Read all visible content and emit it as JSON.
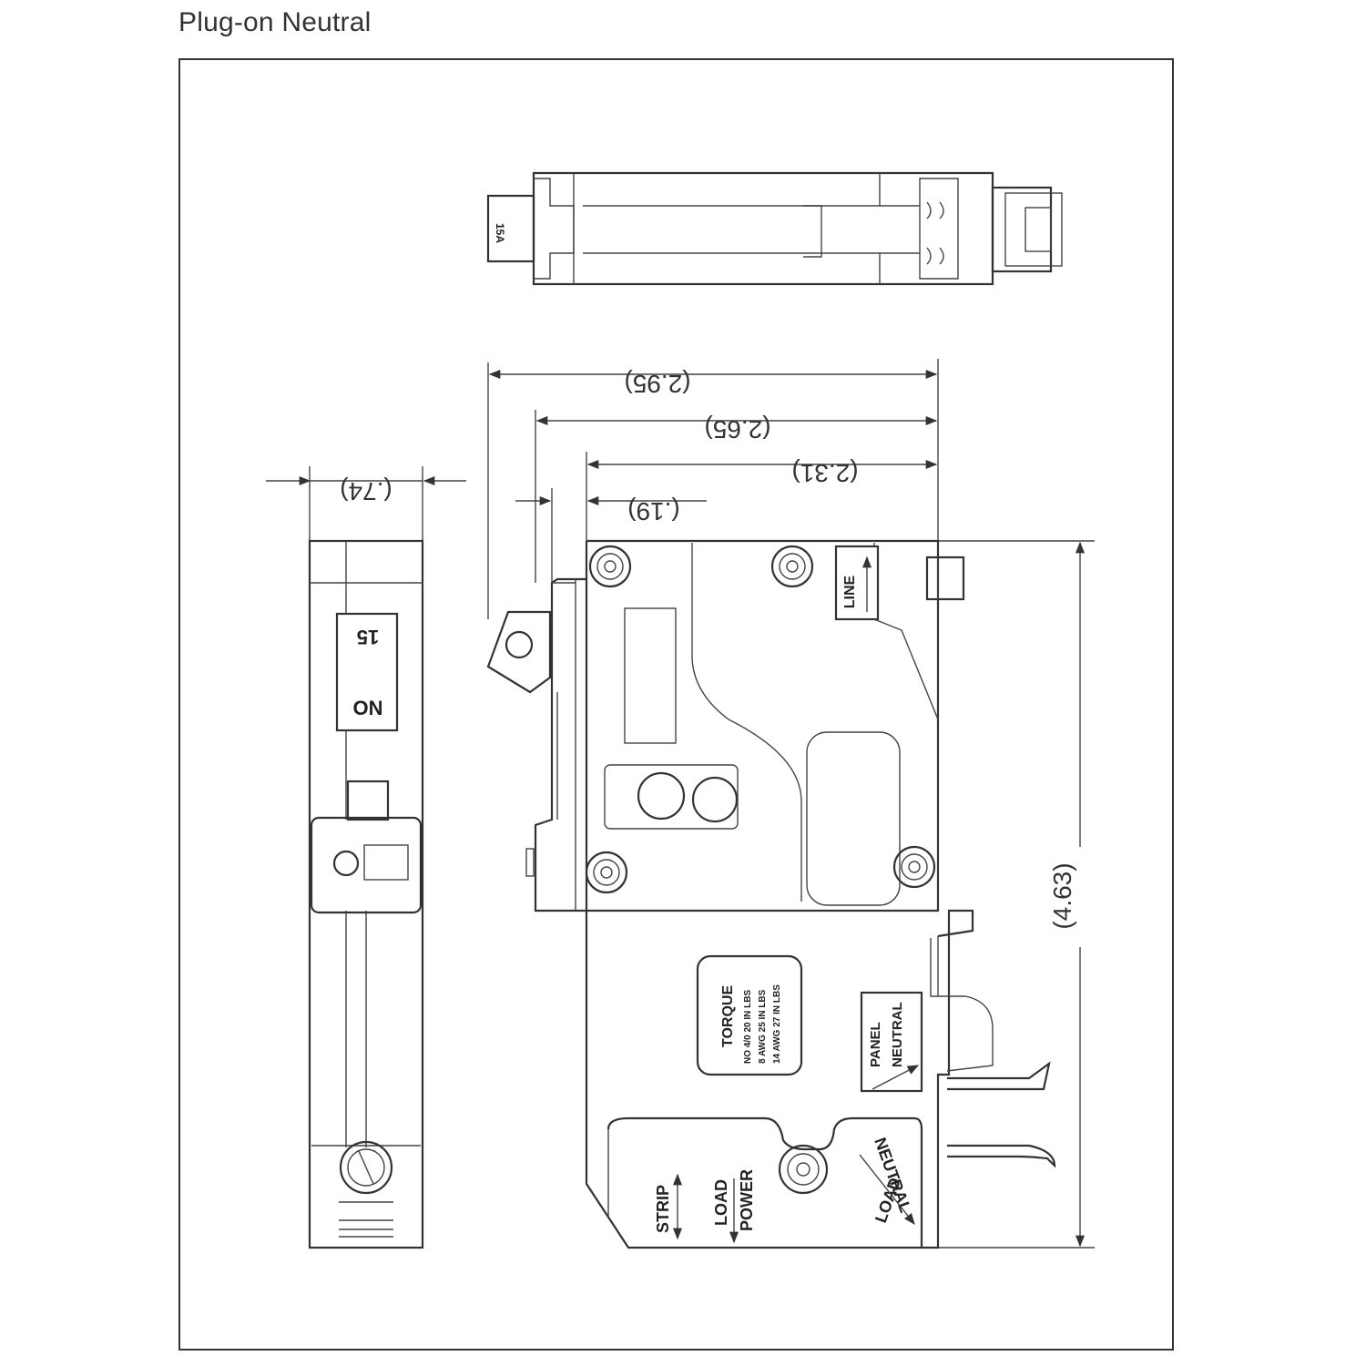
{
  "header": {
    "title": "Plug-on Neutral"
  },
  "dimensions": {
    "width_overall": "(2.95)",
    "width_body": "(2.65)",
    "width_case": "(2.31)",
    "offset": "(.19)",
    "thickness": "(.74)",
    "height": "(4.63)"
  },
  "labels": {
    "top_rating": "15A",
    "handle_rating": "15",
    "handle_on": "ON",
    "line": "LINE",
    "torque_title": "TORQUE",
    "torque_rows": [
      "NO 4/0 20 IN LBS",
      "8 AWG 25 IN LBS",
      "14 AWG 27 IN LBS"
    ],
    "panel": "PANEL",
    "neutral": "NEUTRAL",
    "strip": "STRIP",
    "load": "LOAD",
    "power": "POWER",
    "load_neutral_load": "LOAD",
    "load_neutral_neutral": "NEUTRAL"
  }
}
